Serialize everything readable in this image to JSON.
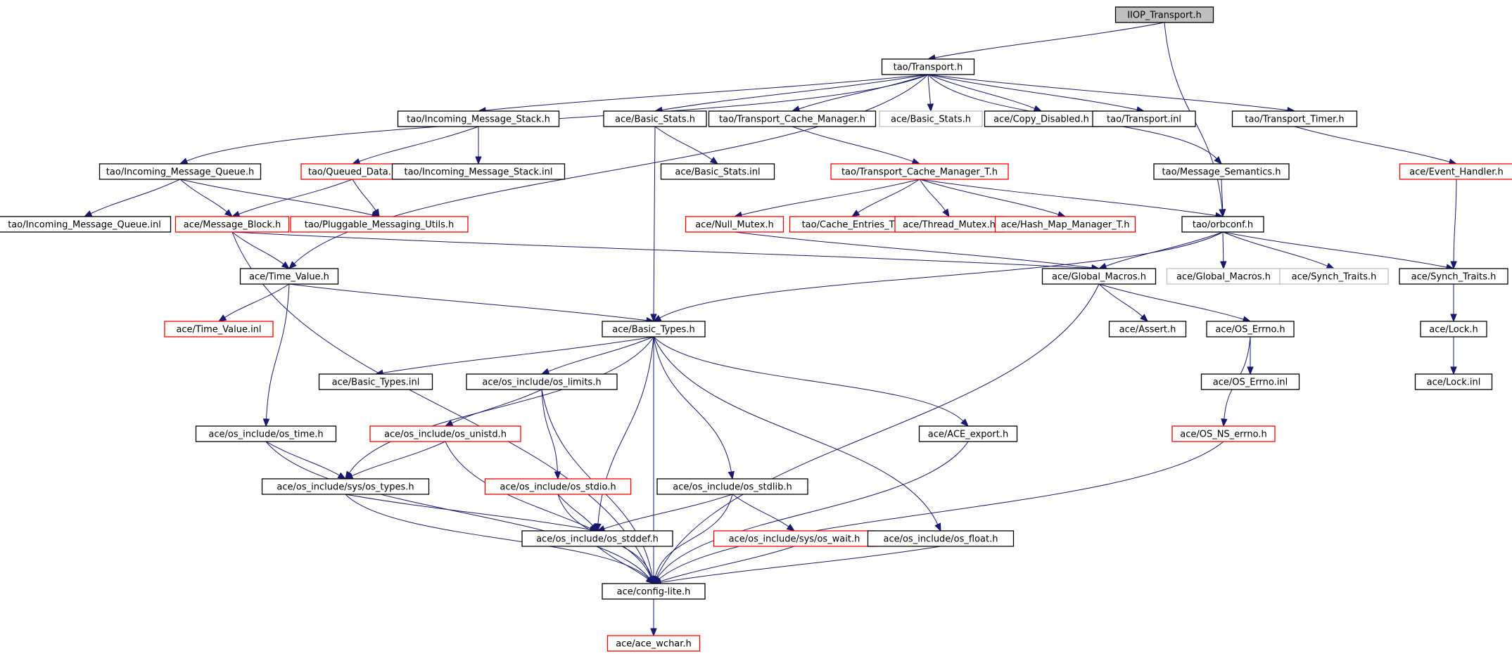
{
  "graph": {
    "colors": {
      "edge": "#191970",
      "documented": "#000000",
      "undocumented": "#ff0000",
      "external": "#bfbfbf",
      "root_fill": "#bfbfbf",
      "fill": "#ffffff"
    },
    "nodes": [
      {
        "id": "iiop_transport",
        "label": "IIOP_Transport.h",
        "kind": "root"
      },
      {
        "id": "tao_transport",
        "label": "tao/Transport.h",
        "kind": "documented"
      },
      {
        "id": "tao_incoming_message_stack",
        "label": "tao/Incoming_Message_Stack.h",
        "kind": "documented"
      },
      {
        "id": "ace_basic_stats",
        "label": "ace/Basic_Stats.h",
        "kind": "documented"
      },
      {
        "id": "tao_transport_cache_manager",
        "label": "tao/Transport_Cache_Manager.h",
        "kind": "documented"
      },
      {
        "id": "ace_basic_stats_ext",
        "label": "ace/Basic_Stats.h",
        "kind": "external"
      },
      {
        "id": "ace_copy_disabled",
        "label": "ace/Copy_Disabled.h",
        "kind": "documented"
      },
      {
        "id": "tao_transport_inl",
        "label": "tao/Transport.inl",
        "kind": "documented"
      },
      {
        "id": "tao_transport_timer",
        "label": "tao/Transport_Timer.h",
        "kind": "documented"
      },
      {
        "id": "tao_incoming_message_queue",
        "label": "tao/Incoming_Message_Queue.h",
        "kind": "documented"
      },
      {
        "id": "tao_queued_data",
        "label": "tao/Queued_Data.h",
        "kind": "undocumented"
      },
      {
        "id": "tao_incoming_message_stack_inl",
        "label": "tao/Incoming_Message_Stack.inl",
        "kind": "documented"
      },
      {
        "id": "ace_basic_stats_inl",
        "label": "ace/Basic_Stats.inl",
        "kind": "documented"
      },
      {
        "id": "tao_transport_cache_manager_t",
        "label": "tao/Transport_Cache_Manager_T.h",
        "kind": "undocumented"
      },
      {
        "id": "tao_message_semantics",
        "label": "tao/Message_Semantics.h",
        "kind": "documented"
      },
      {
        "id": "ace_event_handler",
        "label": "ace/Event_Handler.h",
        "kind": "undocumented"
      },
      {
        "id": "tao_incoming_message_queue_inl",
        "label": "tao/Incoming_Message_Queue.inl",
        "kind": "documented"
      },
      {
        "id": "ace_message_block",
        "label": "ace/Message_Block.h",
        "kind": "undocumented"
      },
      {
        "id": "tao_pluggable_messaging_utils",
        "label": "tao/Pluggable_Messaging_Utils.h",
        "kind": "undocumented"
      },
      {
        "id": "ace_null_mutex",
        "label": "ace/Null_Mutex.h",
        "kind": "undocumented"
      },
      {
        "id": "tao_cache_entries_t",
        "label": "tao/Cache_Entries_T.h",
        "kind": "undocumented"
      },
      {
        "id": "ace_thread_mutex",
        "label": "ace/Thread_Mutex.h",
        "kind": "undocumented"
      },
      {
        "id": "ace_hash_map_manager_t",
        "label": "ace/Hash_Map_Manager_T.h",
        "kind": "undocumented"
      },
      {
        "id": "tao_orbconf",
        "label": "tao/orbconf.h",
        "kind": "documented"
      },
      {
        "id": "ace_time_value",
        "label": "ace/Time_Value.h",
        "kind": "documented"
      },
      {
        "id": "ace_global_macros",
        "label": "ace/Global_Macros.h",
        "kind": "documented"
      },
      {
        "id": "ace_global_macros_ext",
        "label": "ace/Global_Macros.h",
        "kind": "external"
      },
      {
        "id": "ace_synch_traits_ext",
        "label": "ace/Synch_Traits.h",
        "kind": "external"
      },
      {
        "id": "ace_synch_traits",
        "label": "ace/Synch_Traits.h",
        "kind": "documented"
      },
      {
        "id": "ace_time_value_inl",
        "label": "ace/Time_Value.inl",
        "kind": "undocumented"
      },
      {
        "id": "ace_basic_types",
        "label": "ace/Basic_Types.h",
        "kind": "documented"
      },
      {
        "id": "ace_assert",
        "label": "ace/Assert.h",
        "kind": "documented"
      },
      {
        "id": "ace_os_errno",
        "label": "ace/OS_Errno.h",
        "kind": "documented"
      },
      {
        "id": "ace_lock",
        "label": "ace/Lock.h",
        "kind": "documented"
      },
      {
        "id": "ace_basic_types_inl",
        "label": "ace/Basic_Types.inl",
        "kind": "documented"
      },
      {
        "id": "ace_os_limits",
        "label": "ace/os_include/os_limits.h",
        "kind": "documented"
      },
      {
        "id": "ace_os_errno_inl",
        "label": "ace/OS_Errno.inl",
        "kind": "documented"
      },
      {
        "id": "ace_lock_inl",
        "label": "ace/Lock.inl",
        "kind": "documented"
      },
      {
        "id": "ace_os_time",
        "label": "ace/os_include/os_time.h",
        "kind": "documented"
      },
      {
        "id": "ace_os_unistd",
        "label": "ace/os_include/os_unistd.h",
        "kind": "undocumented"
      },
      {
        "id": "ace_ace_export",
        "label": "ace/ACE_export.h",
        "kind": "documented"
      },
      {
        "id": "ace_os_ns_errno",
        "label": "ace/OS_NS_errno.h",
        "kind": "undocumented"
      },
      {
        "id": "ace_sys_os_types",
        "label": "ace/os_include/sys/os_types.h",
        "kind": "documented"
      },
      {
        "id": "ace_os_stdio",
        "label": "ace/os_include/os_stdio.h",
        "kind": "undocumented"
      },
      {
        "id": "ace_os_stdlib",
        "label": "ace/os_include/os_stdlib.h",
        "kind": "documented"
      },
      {
        "id": "ace_os_stddef",
        "label": "ace/os_include/os_stddef.h",
        "kind": "documented"
      },
      {
        "id": "ace_sys_os_wait",
        "label": "ace/os_include/sys/os_wait.h",
        "kind": "undocumented"
      },
      {
        "id": "ace_os_float",
        "label": "ace/os_include/os_float.h",
        "kind": "documented"
      },
      {
        "id": "ace_config_lite",
        "label": "ace/config-lite.h",
        "kind": "documented"
      },
      {
        "id": "ace_ace_wchar",
        "label": "ace/ace_wchar.h",
        "kind": "undocumented"
      }
    ],
    "edges": [
      [
        "iiop_transport",
        "tao_transport"
      ],
      [
        "iiop_transport",
        "tao_orbconf"
      ],
      [
        "tao_transport",
        "tao_incoming_message_stack"
      ],
      [
        "tao_transport",
        "ace_basic_stats"
      ],
      [
        "tao_transport",
        "tao_transport_cache_manager"
      ],
      [
        "tao_transport",
        "ace_basic_stats_ext"
      ],
      [
        "tao_transport",
        "ace_copy_disabled"
      ],
      [
        "tao_transport",
        "tao_transport_inl"
      ],
      [
        "tao_transport",
        "tao_transport_timer"
      ],
      [
        "tao_transport",
        "tao_incoming_message_queue"
      ],
      [
        "tao_transport",
        "tao_message_semantics"
      ],
      [
        "tao_transport",
        "ace_time_value"
      ],
      [
        "tao_incoming_message_stack",
        "tao_queued_data"
      ],
      [
        "tao_incoming_message_stack",
        "tao_incoming_message_stack_inl"
      ],
      [
        "ace_basic_stats",
        "ace_basic_stats_inl"
      ],
      [
        "ace_basic_stats",
        "ace_basic_types"
      ],
      [
        "tao_transport_cache_manager",
        "tao_transport_cache_manager_t"
      ],
      [
        "tao_transport_timer",
        "ace_event_handler"
      ],
      [
        "tao_incoming_message_queue",
        "tao_incoming_message_queue_inl"
      ],
      [
        "tao_incoming_message_queue",
        "ace_message_block"
      ],
      [
        "tao_incoming_message_queue",
        "tao_pluggable_messaging_utils"
      ],
      [
        "tao_queued_data",
        "ace_message_block"
      ],
      [
        "tao_queued_data",
        "tao_pluggable_messaging_utils"
      ],
      [
        "tao_transport_cache_manager_t",
        "ace_null_mutex"
      ],
      [
        "tao_transport_cache_manager_t",
        "tao_cache_entries_t"
      ],
      [
        "tao_transport_cache_manager_t",
        "ace_thread_mutex"
      ],
      [
        "tao_transport_cache_manager_t",
        "ace_hash_map_manager_t"
      ],
      [
        "tao_transport_cache_manager_t",
        "tao_orbconf"
      ],
      [
        "tao_message_semantics",
        "tao_orbconf"
      ],
      [
        "ace_event_handler",
        "ace_synch_traits"
      ],
      [
        "ace_message_block",
        "ace_time_value"
      ],
      [
        "ace_message_block",
        "ace_global_macros"
      ],
      [
        "ace_message_block",
        "ace_config_lite"
      ],
      [
        "ace_null_mutex",
        "ace_global_macros"
      ],
      [
        "tao_orbconf",
        "ace_global_macros"
      ],
      [
        "tao_orbconf",
        "ace_global_macros_ext"
      ],
      [
        "tao_orbconf",
        "ace_synch_traits_ext"
      ],
      [
        "tao_orbconf",
        "ace_synch_traits"
      ],
      [
        "tao_orbconf",
        "ace_basic_types"
      ],
      [
        "ace_time_value",
        "ace_time_value_inl"
      ],
      [
        "ace_time_value",
        "ace_basic_types"
      ],
      [
        "ace_time_value",
        "ace_os_time"
      ],
      [
        "ace_global_macros",
        "ace_assert"
      ],
      [
        "ace_global_macros",
        "ace_os_errno"
      ],
      [
        "ace_global_macros",
        "ace_config_lite"
      ],
      [
        "ace_synch_traits",
        "ace_lock"
      ],
      [
        "ace_basic_types",
        "ace_basic_types_inl"
      ],
      [
        "ace_basic_types",
        "ace_os_limits"
      ],
      [
        "ace_basic_types",
        "ace_sys_os_types"
      ],
      [
        "ace_basic_types",
        "ace_os_stdlib"
      ],
      [
        "ace_basic_types",
        "ace_os_stddef"
      ],
      [
        "ace_basic_types",
        "ace_os_float"
      ],
      [
        "ace_basic_types",
        "ace_ace_export"
      ],
      [
        "ace_basic_types",
        "ace_config_lite"
      ],
      [
        "ace_os_errno",
        "ace_os_errno_inl"
      ],
      [
        "ace_os_errno",
        "ace_os_ns_errno"
      ],
      [
        "ace_lock",
        "ace_lock_inl"
      ],
      [
        "ace_os_limits",
        "ace_os_unistd"
      ],
      [
        "ace_os_limits",
        "ace_os_stdio"
      ],
      [
        "ace_os_limits",
        "ace_config_lite"
      ],
      [
        "ace_os_time",
        "ace_sys_os_types"
      ],
      [
        "ace_os_time",
        "ace_config_lite"
      ],
      [
        "ace_os_unistd",
        "ace_sys_os_types"
      ],
      [
        "ace_os_unistd",
        "ace_config_lite"
      ],
      [
        "ace_ace_export",
        "ace_config_lite"
      ],
      [
        "ace_os_ns_errno",
        "ace_config_lite"
      ],
      [
        "ace_sys_os_types",
        "ace_os_stddef"
      ],
      [
        "ace_sys_os_types",
        "ace_config_lite"
      ],
      [
        "ace_os_stdio",
        "ace_os_stddef"
      ],
      [
        "ace_os_stdio",
        "ace_config_lite"
      ],
      [
        "ace_os_stdlib",
        "ace_os_stddef"
      ],
      [
        "ace_os_stdlib",
        "ace_sys_os_wait"
      ],
      [
        "ace_os_stdlib",
        "ace_config_lite"
      ],
      [
        "ace_os_stddef",
        "ace_config_lite"
      ],
      [
        "ace_sys_os_wait",
        "ace_config_lite"
      ],
      [
        "ace_os_float",
        "ace_config_lite"
      ],
      [
        "ace_config_lite",
        "ace_ace_wchar"
      ]
    ]
  }
}
